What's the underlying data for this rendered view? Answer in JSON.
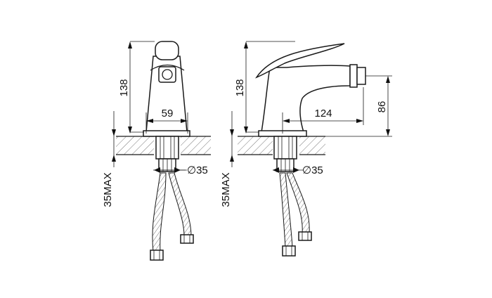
{
  "front_view": {
    "height_label": "138",
    "width_label": "59",
    "hole_label": "∅35",
    "max_label": "35MAX"
  },
  "side_view": {
    "height_label": "138",
    "reach_label": "124",
    "outlet_height_label": "86",
    "hole_label": "∅35",
    "max_label": "35MAX"
  }
}
